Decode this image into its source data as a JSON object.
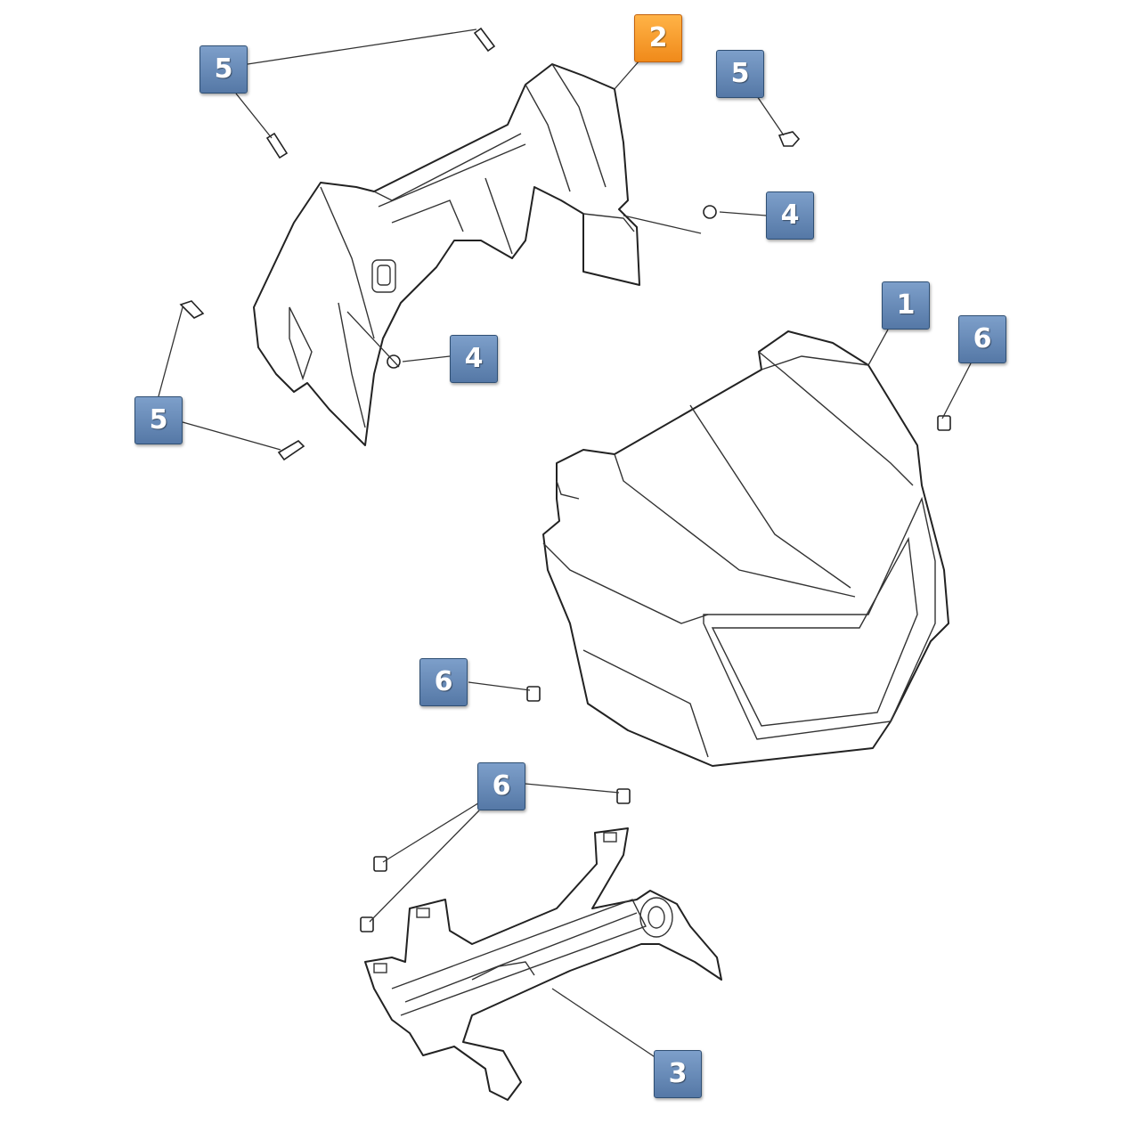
{
  "callouts": [
    {
      "id": "c1",
      "label": "1",
      "highlighted": false
    },
    {
      "id": "c2",
      "label": "2",
      "highlighted": true
    },
    {
      "id": "c3",
      "label": "3",
      "highlighted": false
    },
    {
      "id": "c4a",
      "label": "4",
      "highlighted": false
    },
    {
      "id": "c4b",
      "label": "4",
      "highlighted": false
    },
    {
      "id": "c5a",
      "label": "5",
      "highlighted": false
    },
    {
      "id": "c5b",
      "label": "5",
      "highlighted": false
    },
    {
      "id": "c5c",
      "label": "5",
      "highlighted": false
    },
    {
      "id": "c6a",
      "label": "6",
      "highlighted": false
    },
    {
      "id": "c6b",
      "label": "6",
      "highlighted": false
    },
    {
      "id": "c6c",
      "label": "6",
      "highlighted": false
    }
  ],
  "colors": {
    "callout_fill": "#6a8dbb",
    "callout_highlight_fill": "#f59a2a",
    "line_art": "#222222"
  }
}
